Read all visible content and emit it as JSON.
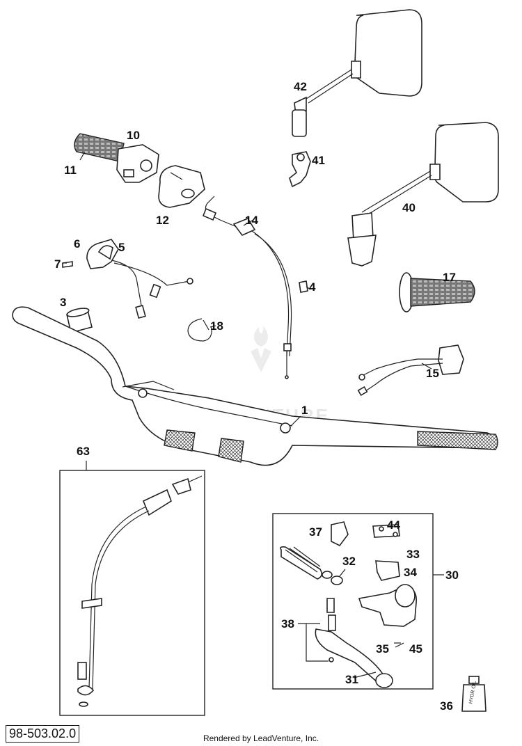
{
  "diagram": {
    "reference_code": "98-503.02.0",
    "credit": "Rendered by LeadVenture, Inc.",
    "watermark": "LEADVENTURE",
    "part_labels": {
      "p1": "1",
      "p3": "3",
      "p4": "4",
      "p5": "5",
      "p6": "6",
      "p7": "7",
      "p10": "10",
      "p11": "11",
      "p12": "12",
      "p14": "14",
      "p15": "15",
      "p17": "17",
      "p18": "18",
      "p30": "30",
      "p31": "31",
      "p32": "32",
      "p33": "33",
      "p34": "34",
      "p35": "35",
      "p36": "36",
      "p37": "37",
      "p38": "38",
      "p40": "40",
      "p41": "41",
      "p42": "42",
      "p44": "44",
      "p45": "45",
      "p63": "63"
    },
    "bottle_text": "HYDR OIL"
  }
}
